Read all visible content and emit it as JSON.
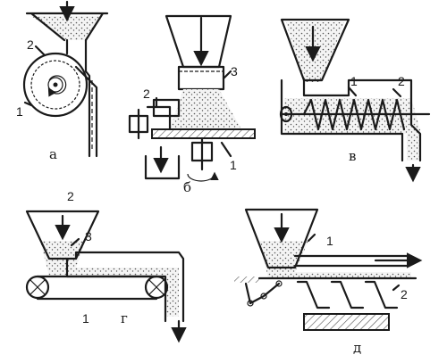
{
  "panels": {
    "a": {
      "letter": "а",
      "callouts": [
        "2",
        "1"
      ]
    },
    "b": {
      "letter": "б",
      "callouts": [
        "3",
        "2",
        "1"
      ]
    },
    "v": {
      "letter": "в",
      "callouts": [
        "1",
        "2"
      ]
    },
    "g": {
      "letter": "г",
      "callouts": [
        "2",
        "3",
        "1"
      ]
    },
    "d": {
      "letter": "д",
      "callouts": [
        "1",
        "2"
      ]
    }
  },
  "colors": {
    "ink": "#1a1a1a",
    "background": "#ffffff",
    "hatch": "#555555"
  }
}
